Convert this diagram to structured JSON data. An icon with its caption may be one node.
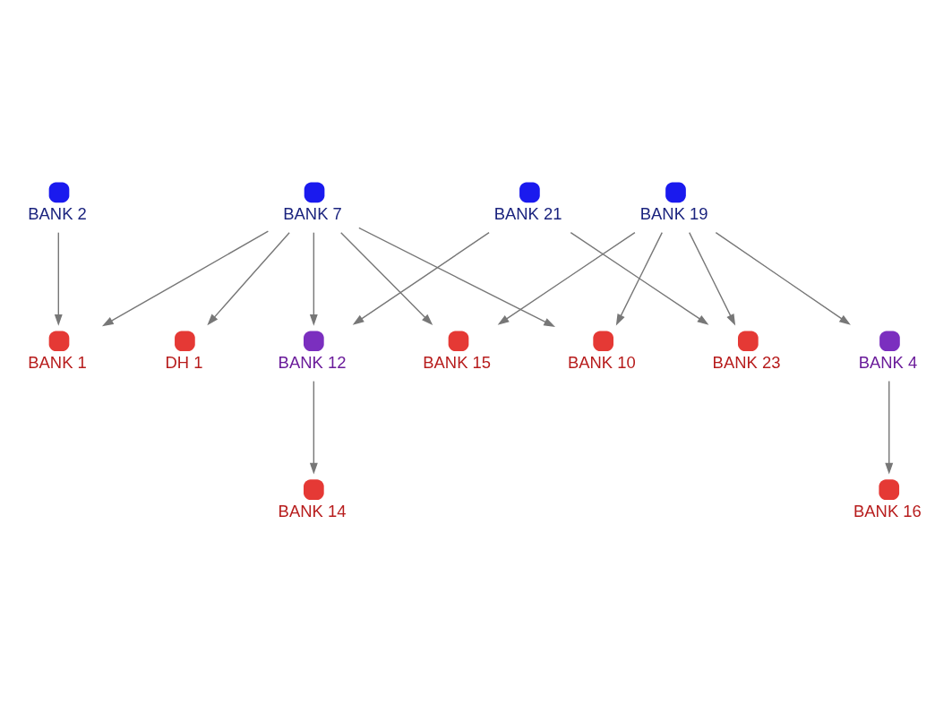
{
  "diagram": {
    "nodes": [
      {
        "text": [
          "BANK 2"
        ]
      },
      {
        "text": [
          "BANK 7"
        ]
      },
      {
        "text": [
          "BANK 19"
        ]
      },
      {
        "text": [
          "BANK 21"
        ]
      },
      {
        "text": [
          "BANK 4"
        ]
      },
      {
        "text": [
          "BANK 12"
        ]
      },
      {
        "text": [
          "BANK 1"
        ]
      },
      {
        "text": [
          "DH 1"
        ]
      },
      {
        "text": [
          "BANK 10"
        ]
      },
      {
        "text": [
          "BANK 15"
        ]
      },
      {
        "text": [
          "BANK 23"
        ]
      },
      {
        "text": [
          "BANK 16"
        ]
      },
      {
        "text": [
          "BANK 14"
        ]
      }
    ],
    "edges": [
      {
        "from": 0,
        "to": 6,
        "arrow": "to"
      },
      {
        "from": 1,
        "to": 6,
        "arrow": "to"
      },
      {
        "from": 1,
        "to": 7,
        "arrow": "to"
      },
      {
        "from": 1,
        "to": 8,
        "arrow": "to"
      },
      {
        "from": 1,
        "to": 9,
        "arrow": "to"
      },
      {
        "from": 1,
        "to": 5,
        "arrow": "to"
      },
      {
        "from": 2,
        "to": 4,
        "arrow": "to"
      },
      {
        "from": 2,
        "to": 8,
        "arrow": "to"
      },
      {
        "from": 2,
        "to": 9,
        "arrow": "to"
      },
      {
        "from": 2,
        "to": 10,
        "arrow": "to"
      },
      {
        "from": 3,
        "to": 10,
        "arrow": "to"
      },
      {
        "from": 3,
        "to": 5,
        "arrow": "to"
      },
      {
        "from": 4,
        "to": 11,
        "arrow": "to"
      },
      {
        "from": 5,
        "to": 12,
        "arrow": "to"
      }
    ]
  }
}
